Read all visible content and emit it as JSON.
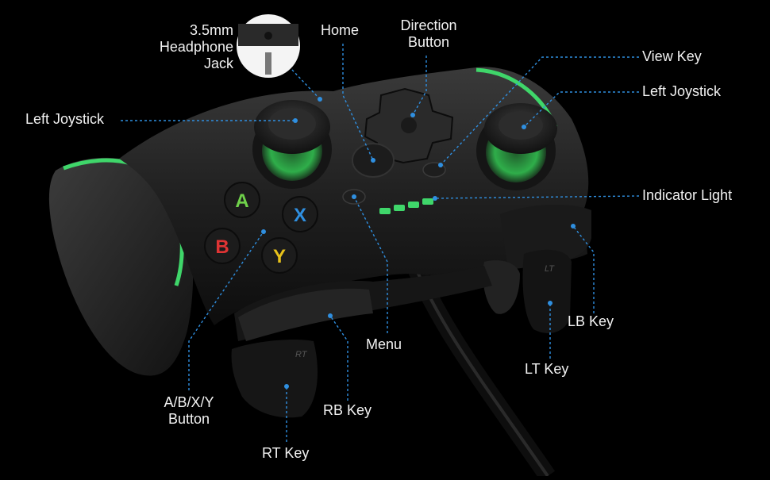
{
  "labels": {
    "headphone_jack": [
      "3.5mm",
      "Headphone",
      "Jack"
    ],
    "home": "Home",
    "direction_button": [
      "Direction",
      "Button"
    ],
    "view_key": "View Key",
    "left_joystick_left": "Left Joystick",
    "left_joystick_right": "Left Joystick",
    "indicator_light": "Indicator Light",
    "lb_key": "LB Key",
    "lt_key": "LT Key",
    "menu": "Menu",
    "rb_key": "RB Key",
    "rt_key": "RT Key",
    "abxy_button": [
      "A/B/X/Y",
      "Button"
    ]
  },
  "face_buttons": {
    "y": {
      "letter": "Y",
      "color": "#e8c21a"
    },
    "x": {
      "letter": "X",
      "color": "#2f8fe0"
    },
    "a": {
      "letter": "A",
      "color": "#6fd14a"
    },
    "b": {
      "letter": "B",
      "color": "#e03434"
    }
  },
  "trigger_marks": {
    "lt": "LT",
    "rt": "RT"
  },
  "colors": {
    "leader": "#2f8fe0",
    "accent": "#3fd66a",
    "text": "#f2f2f2",
    "background": "#000000"
  }
}
